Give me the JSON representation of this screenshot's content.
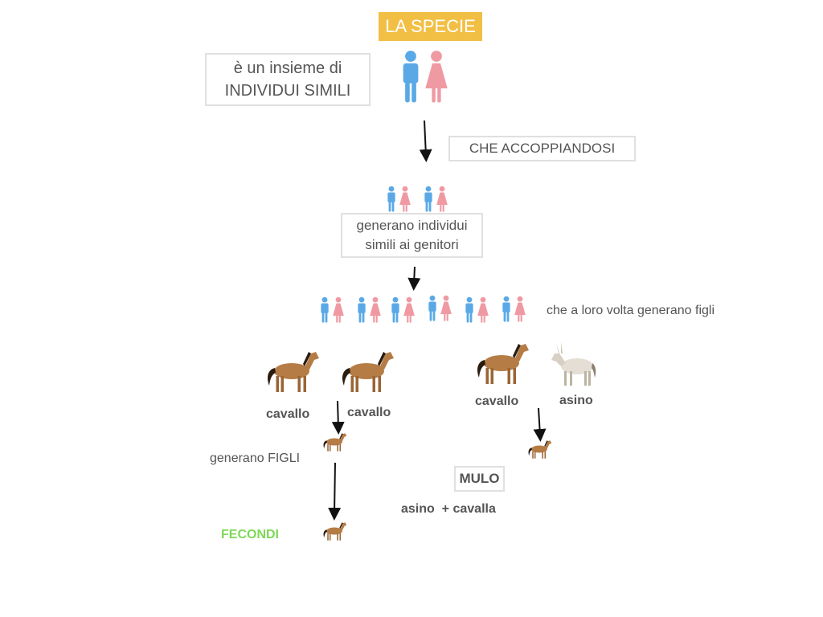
{
  "title": "LA SPECIE",
  "definition": {
    "line1": "è un insieme di",
    "line2": "INDIVIDUI SIMILI"
  },
  "mating_label": "CHE ACCOPPIANDOSI",
  "offspring_box": {
    "line1": "generano individui",
    "line2": "simili ai genitori"
  },
  "next_generation_label": "che a loro volta generano figli",
  "left_pair": {
    "parent1": "cavallo",
    "parent2": "cavallo",
    "children_label": "generano FIGLI",
    "fertility_label": "FECONDI"
  },
  "right_pair": {
    "parent1": "cavallo",
    "parent2": "asino",
    "hybrid_label": "MULO",
    "reverse_cross": "asino  + cavalla"
  },
  "colors": {
    "title_bg": "#f2bf45",
    "male": "#5aa9e6",
    "female": "#ef9aa3",
    "fertile": "#7ed957",
    "horse": "#b57c45"
  },
  "icons": [
    "male-icon",
    "female-icon",
    "horse-icon",
    "donkey-icon",
    "down-arrow-icon"
  ]
}
